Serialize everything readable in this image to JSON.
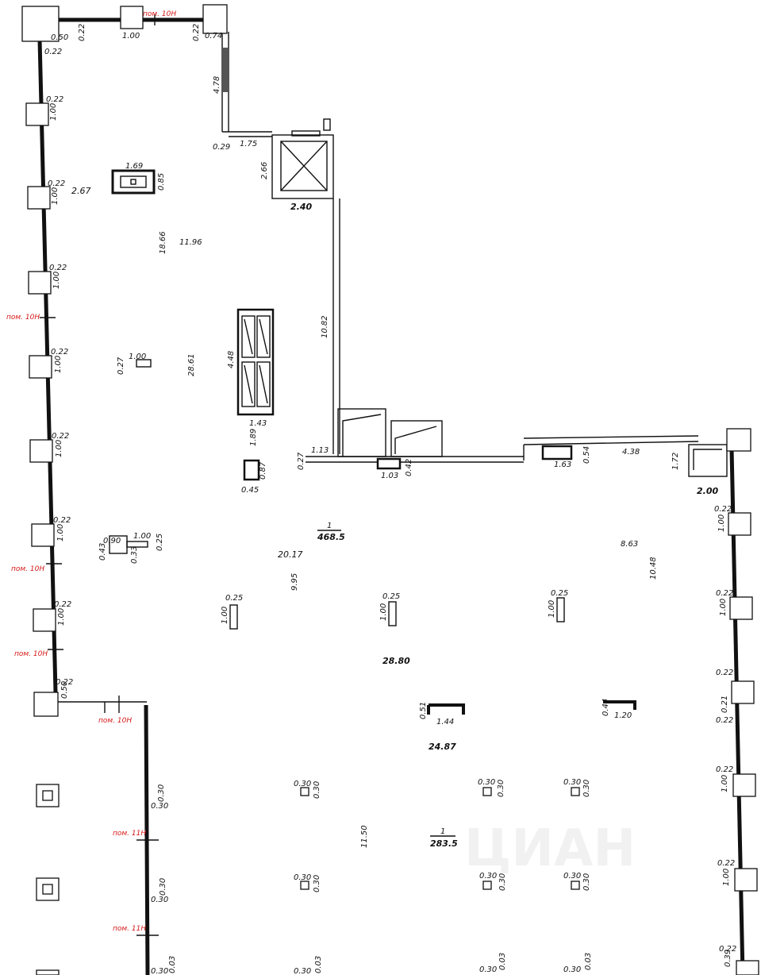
{
  "room_labels": {
    "top": "пом. 10Н",
    "left_1": "пом. 10Н",
    "left_2": "пом. 10Н",
    "left_3": "пом. 10Н",
    "left_4": "пом. 10Н",
    "bottom_1": "пом. 11Н",
    "bottom_2": "пом. 11Н"
  },
  "area_labels": {
    "main_index": "1",
    "main_area": "468.5",
    "lower_index": "1",
    "lower_area": "283.5"
  },
  "dimensions": {
    "top_050": "0.50",
    "top_022a": "0.22",
    "top_022b": "0.22",
    "top_100": "1.00",
    "top_022c": "0.22",
    "top_074": "0.74",
    "d_478": "4.78",
    "d_029": "0.29",
    "d_175": "1.75",
    "d_266": "2.66",
    "d_240": "2.40",
    "l_022_1": "0.22",
    "l_100_1": "1.00",
    "l_022_2": "0.22",
    "l_100_2": "1.00",
    "l_267": "2.67",
    "l_022_3": "0.22",
    "l_100_3": "1.00",
    "l_022_4": "0.22",
    "l_100_4": "1.00",
    "l_022_5": "0.22",
    "l_100_5": "1.00",
    "l_022_6": "0.22",
    "l_100_6": "1.00",
    "l_022_7": "0.22",
    "l_100_7": "1.00",
    "l_022_8": "0.22",
    "l_050": "0.50",
    "c_169": "1.69",
    "c_085": "0.85",
    "c_1866": "18.66",
    "c_1196": "11.96",
    "c_2861": "28.61",
    "c_027": "0.27",
    "c_100": "1.00",
    "c_448": "4.48",
    "c_143": "1.43",
    "c_189": "1.89",
    "c_087": "0.87",
    "c_045": "0.45",
    "c_1082": "10.82",
    "c_113": "1.13",
    "c_027b": "0.27",
    "c_103": "1.03",
    "c_042": "0.42",
    "c_163": "1.63",
    "c_054": "0.54",
    "c_438": "4.38",
    "c_172": "1.72",
    "c_200": "2.00",
    "c_2017": "20.17",
    "c_995": "9.95",
    "c_090": "0.90",
    "c_100b": "1.00",
    "c_043": "0.43",
    "c_033": "0.33",
    "c_025a": "0.25",
    "c_863": "8.63",
    "c_1048": "10.48",
    "p_025a": "0.25",
    "p_100a": "1.00",
    "p_025b": "0.25",
    "p_100b": "1.00",
    "p_025c": "0.25",
    "p_100c": "1.00",
    "c_2880": "28.80",
    "c_051": "0.51",
    "c_144": "1.44",
    "c_044": "0.44",
    "c_120": "1.20",
    "c_2487": "24.87",
    "r_022_1": "0.22",
    "r_100_1": "1.00",
    "r_022_2": "0.22",
    "r_100_2": "1.00",
    "r_022_3": "0.22",
    "r_021": "0.21",
    "r_022_4": "0.22",
    "r_022_5": "0.22",
    "r_100_5": "1.00",
    "r_022_6": "0.22",
    "r_100_6": "1.00",
    "r_022_7": "0.22",
    "r_039": "0.39",
    "s_030a": "0.30",
    "s_030b": "0.30",
    "s_030c": "0.30",
    "s_030d": "0.30",
    "s_030e": "0.30",
    "s_030f": "0.30",
    "s_030g": "0.30",
    "s_030h": "0.30",
    "s_030i": "0.30",
    "s_030j": "0.30",
    "s_030k": "0.30",
    "s_030l": "0.30",
    "w_030a": "0.30",
    "w_030b": "0.30",
    "w_030c": "0.30",
    "w_030d": "0.30",
    "c_1150": "11.50",
    "b_030a": "0.30",
    "b_003a": "0.03",
    "b_030b": "0.30",
    "b_003b": "0.03",
    "b_030c": "0.30",
    "b_003c": "0.03",
    "b_030d": "0.30",
    "b_003d": "0.03"
  },
  "watermark": "ЦИАН"
}
